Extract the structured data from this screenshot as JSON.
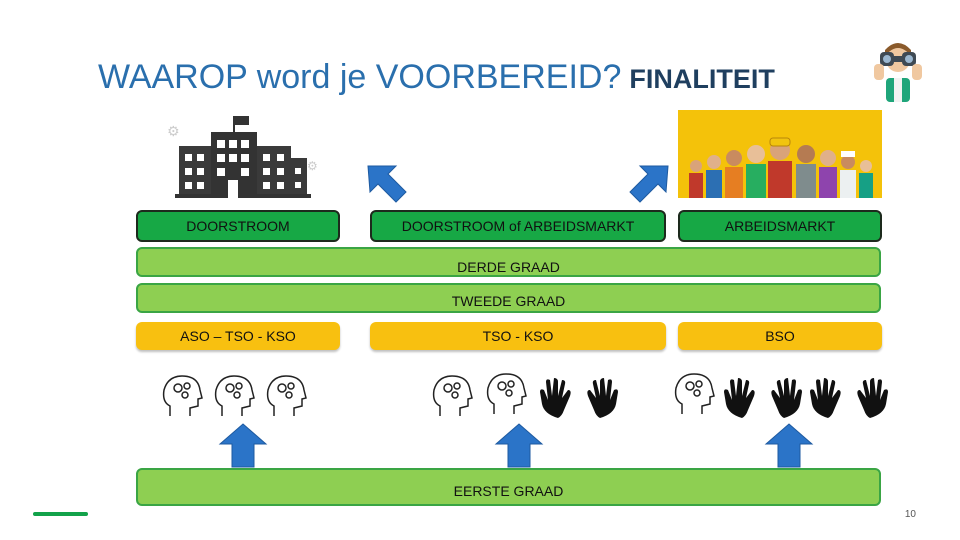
{
  "title": {
    "main": "WAAROP word je VOORBEREID?",
    "sub": "FINALITEIT"
  },
  "top_boxes": [
    {
      "label": "DOORSTROOM"
    },
    {
      "label": "DOORSTROOM  of ARBEIDSMARKT"
    },
    {
      "label": "ARBEIDSMARKT"
    }
  ],
  "grades": {
    "third": "DERDE GRAAD",
    "second": "TWEEDE GRAAD",
    "first": "EERSTE GRAAD"
  },
  "streams": [
    {
      "label": "ASO – TSO - KSO"
    },
    {
      "label": "TSO - KSO"
    },
    {
      "label": "BSO"
    }
  ],
  "page_number": "10",
  "colors": {
    "title_blue": "#2a6fad",
    "dark_green": "#17a845",
    "light_green": "#8ecf52",
    "yellow": "#f8c010",
    "arrow_blue": "#2b74c8"
  }
}
